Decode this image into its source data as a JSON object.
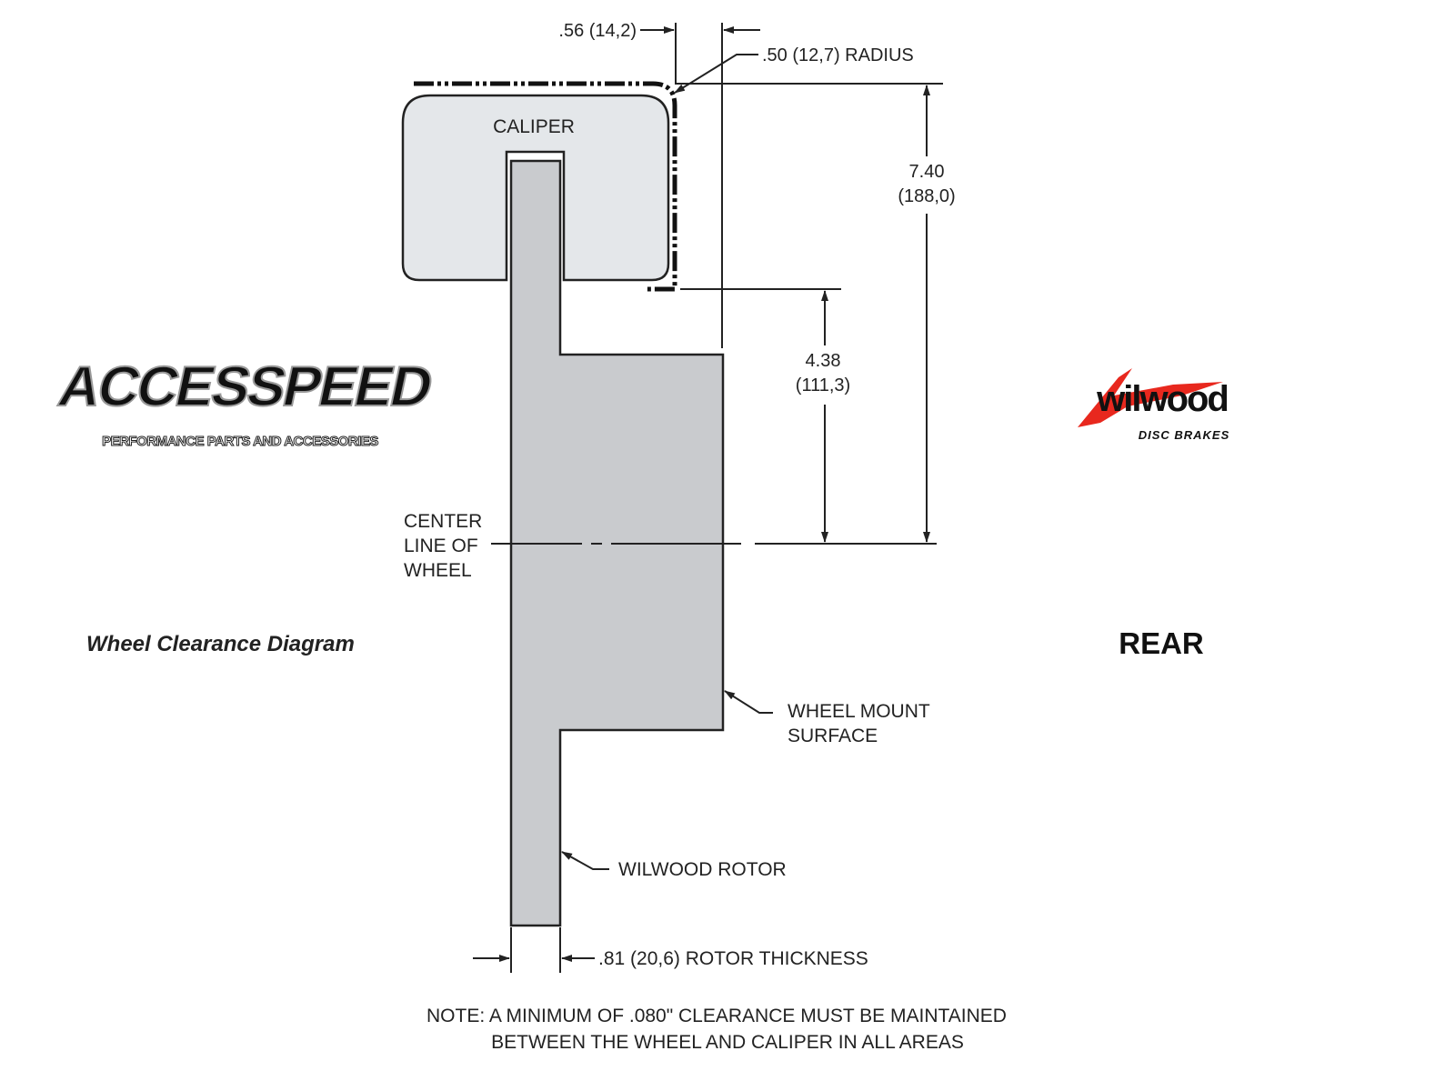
{
  "labels": {
    "caliper": "CALIPER",
    "center_line": [
      "CENTER",
      "LINE OF",
      "WHEEL"
    ],
    "wheel_mount": [
      "WHEEL MOUNT",
      "SURFACE"
    ],
    "rotor": "WILWOOD ROTOR",
    "rotor_thickness": ".81 (20,6) ROTOR THICKNESS",
    "offset": ".56 (14,2)",
    "radius": ".50 (12,7) RADIUS",
    "overall_height": [
      "7.40",
      "(188,0)"
    ],
    "mount_height": [
      "4.38",
      "(111,3)"
    ],
    "note": [
      "NOTE: A MINIMUM OF .080\" CLEARANCE MUST BE MAINTAINED",
      "BETWEEN THE WHEEL AND CALIPER IN ALL AREAS"
    ],
    "title": "Wheel Clearance Diagram",
    "position": "REAR"
  },
  "logos": {
    "accesspeed": "ACCESSPEED",
    "accesspeed_tagline": "PERFORMANCE PARTS AND ACCESSORIES",
    "wilwood": "wilwood",
    "wilwood_tagline": "DISC BRAKES"
  },
  "colors": {
    "caliper": "#e4e7ea",
    "rotor": "#c9cbce",
    "wilwood_red": "#e8281e"
  }
}
